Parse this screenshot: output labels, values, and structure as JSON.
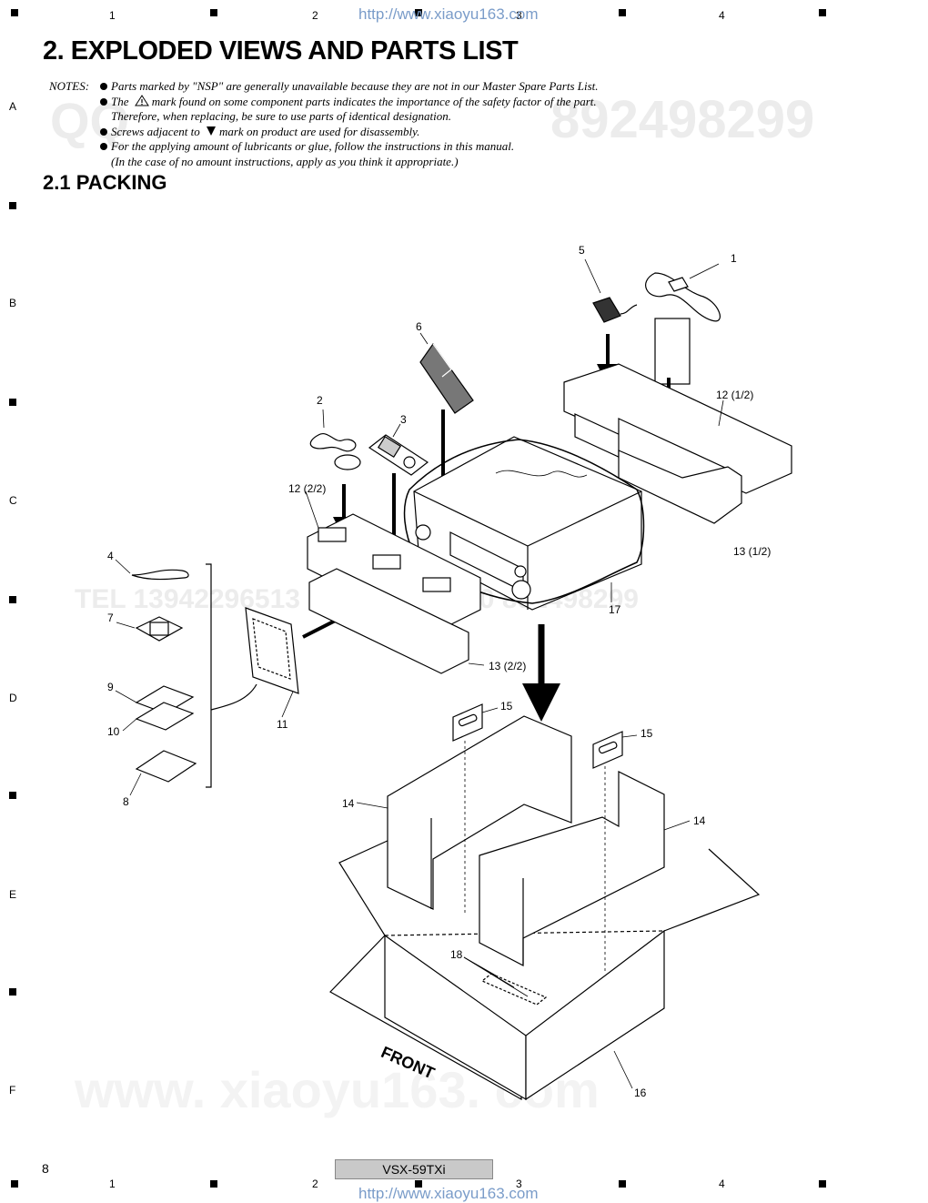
{
  "header": {
    "columns": [
      "1",
      "2",
      "3",
      "4"
    ],
    "url": "http://www.xiaoyu163.com"
  },
  "rows": [
    "A",
    "B",
    "C",
    "D",
    "E",
    "F"
  ],
  "title": "2. EXPLODED VIEWS AND PARTS LIST",
  "notes": {
    "label": "NOTES:",
    "lines": [
      "Parts marked by \"NSP\" are generally unavailable because they are not in our Master Spare Parts List.",
      "The",
      "mark found on some component parts indicates the importance of the safety factor of the part.",
      "Therefore, when replacing, be sure to use parts of identical designation.",
      "Screws adjacent to",
      "mark on product are used for disassembly.",
      "For the applying amount of lubricants or glue, follow the instructions in this manual.",
      "(In the case of no amount instructions, apply as you think it appropriate.)"
    ]
  },
  "section": "2.1  PACKING",
  "watermarks": [
    "QQ",
    "892498299",
    "TEL 13942296513  QQ 376315150  892498299",
    "www. xiaoyu163. com"
  ],
  "parts": {
    "p1": "1",
    "p2": "2",
    "p3": "3",
    "p4": "4",
    "p5": "5",
    "p6": "6",
    "p7": "7",
    "p8": "8",
    "p9": "9",
    "p10": "10",
    "p11": "11",
    "p12a": "12 (1/2)",
    "p12b": "12 (2/2)",
    "p13a": "13 (1/2)",
    "p13b": "13 (2/2)",
    "p14a": "14",
    "p14b": "14",
    "p15a": "15",
    "p15b": "15",
    "p16": "16",
    "p17": "17",
    "p18": "18",
    "front": "FRONT"
  },
  "footer": {
    "page": "8",
    "model": "VSX-59TXi",
    "columns": [
      "1",
      "2",
      "3",
      "4"
    ],
    "url": "http://www.xiaoyu163.com"
  }
}
